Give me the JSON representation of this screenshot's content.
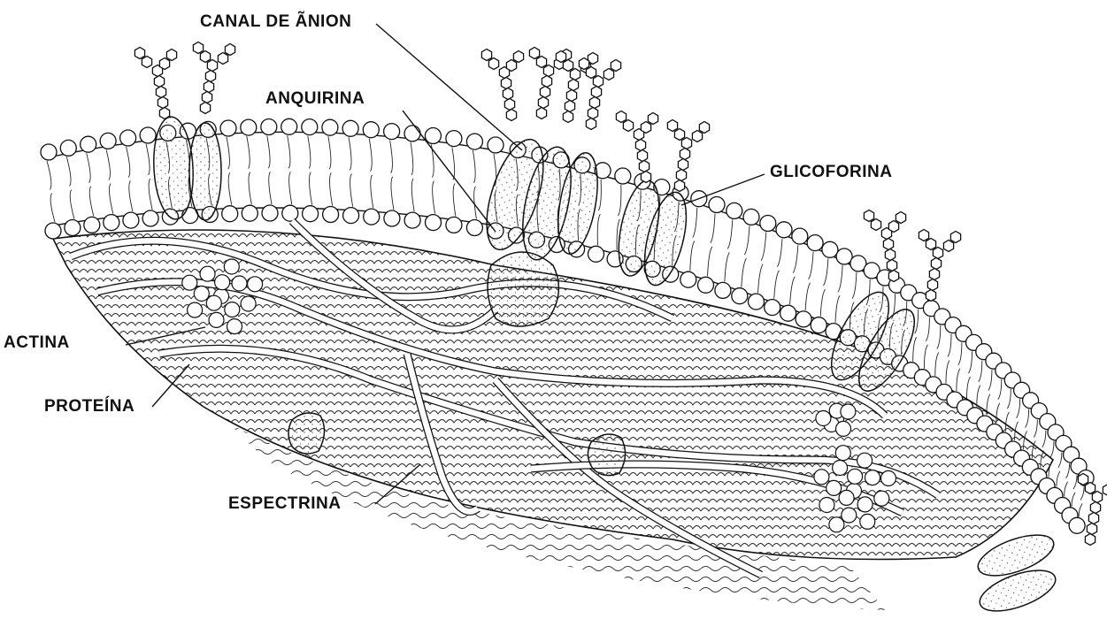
{
  "diagram": {
    "labels": {
      "canal_de_anion": "CANAL DE ÃNION",
      "anquirina": "ANQUIRINA",
      "glicoforina": "GLICOFORINA",
      "actina": "ACTINA",
      "proteina": "PROTEÍNA",
      "espectrina": "ESPECTRINA"
    },
    "colors": {
      "ink": "#111111",
      "paper": "#ffffff",
      "stipple": "#555555"
    }
  }
}
